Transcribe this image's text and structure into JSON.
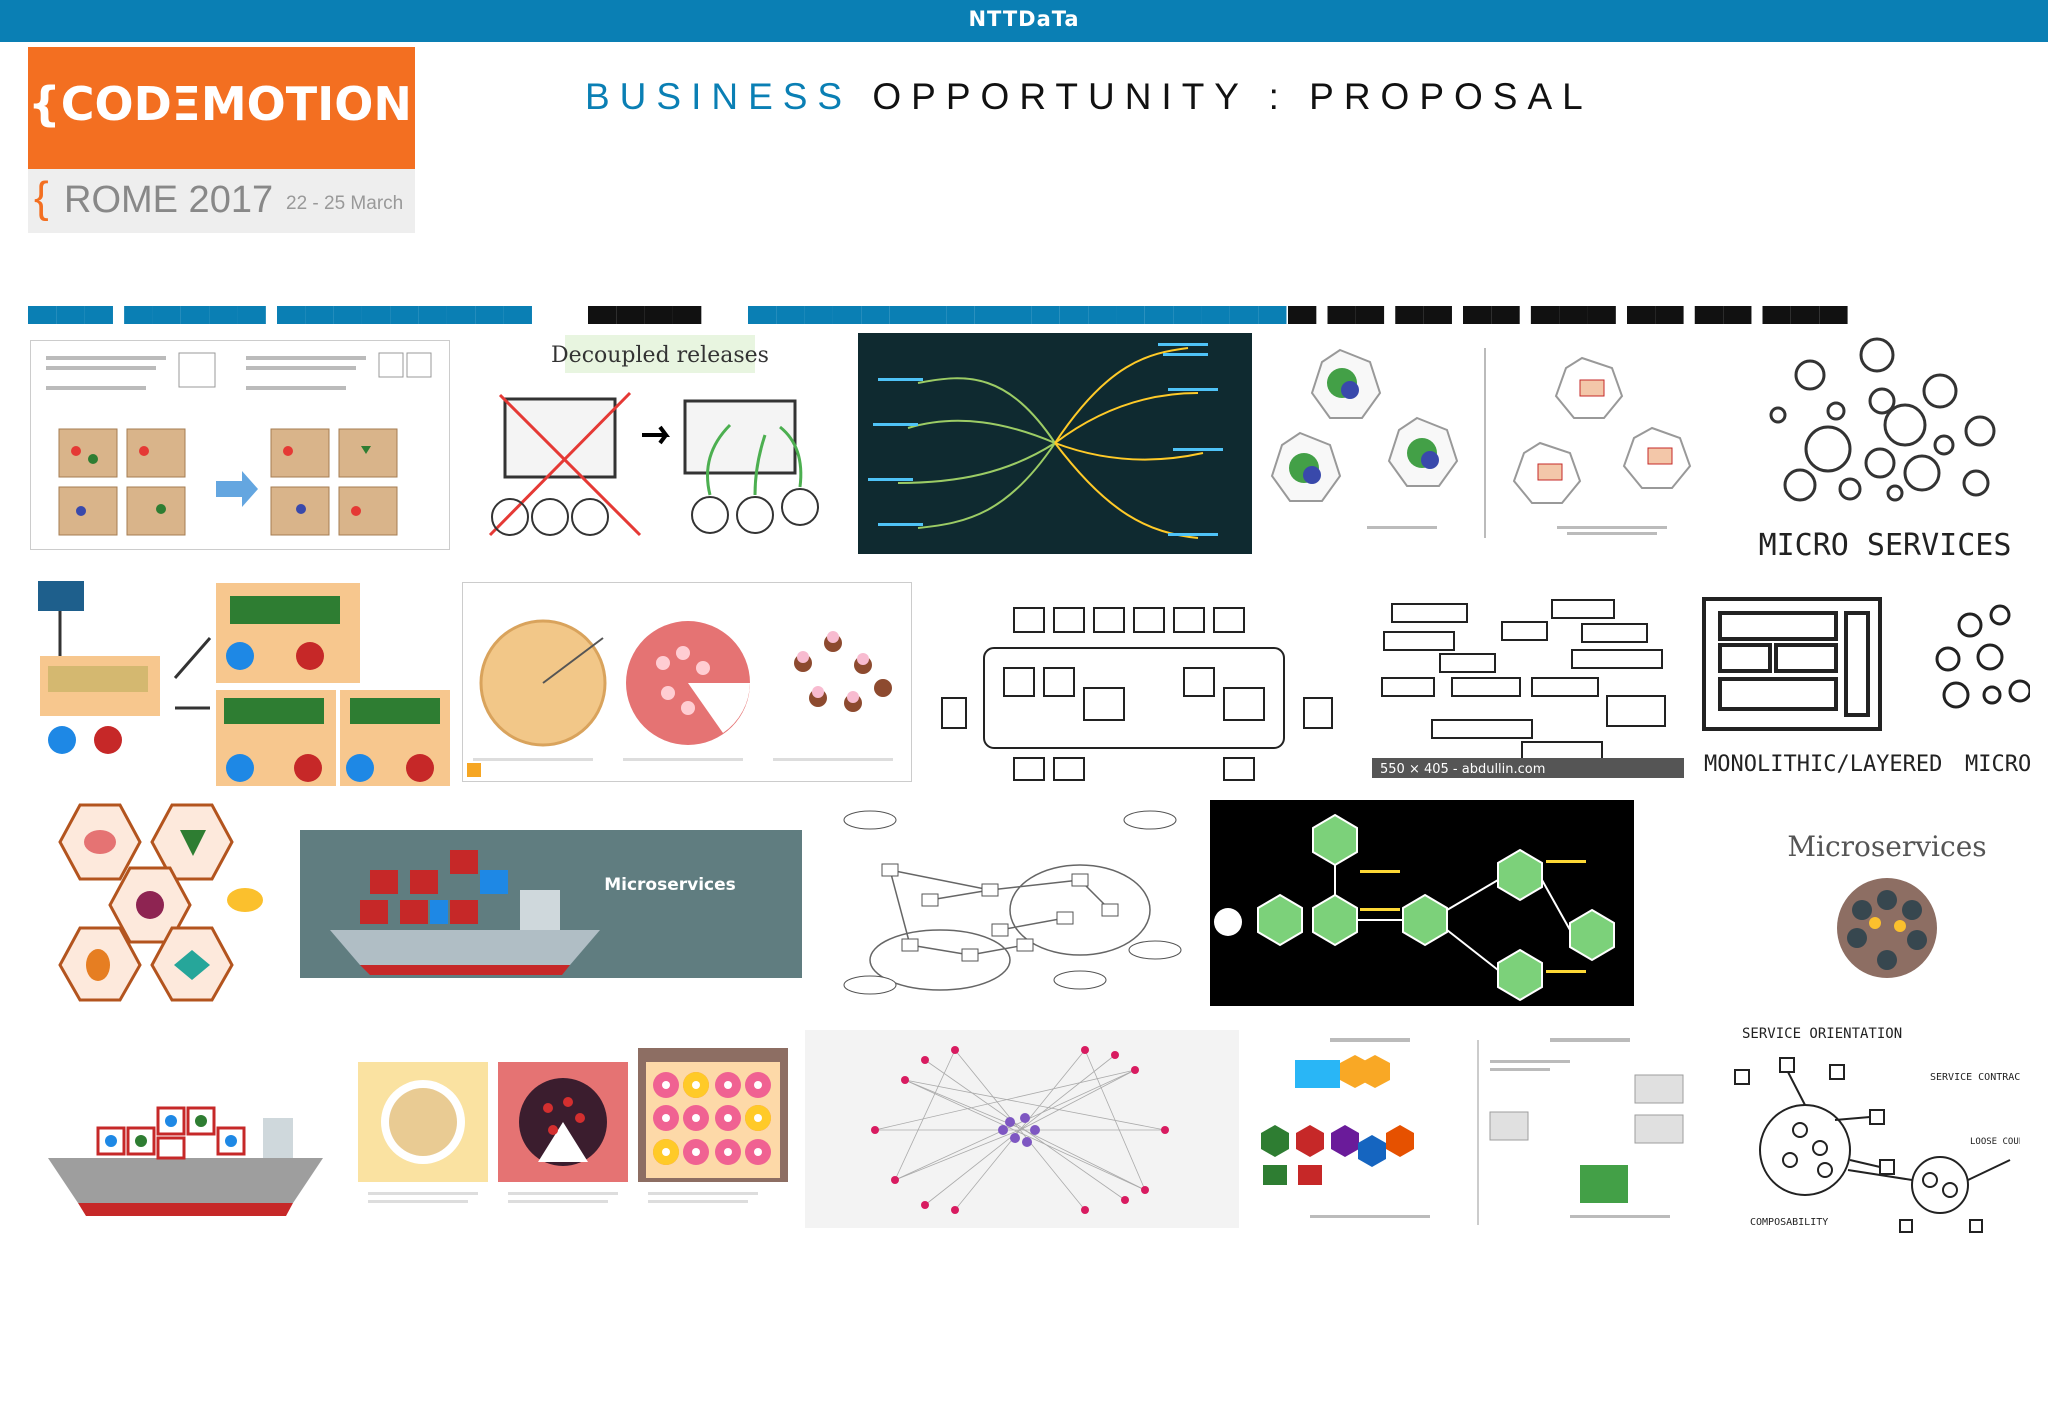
{
  "header": {
    "brand": "NTTDaTa"
  },
  "logo": {
    "name": "{CODΞMOTION}",
    "brace": "{",
    "city": "ROME 2017",
    "dates": "22 - 25 March"
  },
  "slide": {
    "title_part1": "BUSINESS",
    "title_part2": "OPPORTUNITY : PROPOSAL"
  },
  "collage": {
    "decoupled_releases": "Decoupled releases",
    "micro_services": "MICRO SERVICES",
    "watermark": "550 × 405 - abdullin.com",
    "monolithic_layered": "MONOLITHIC/LAYERED",
    "micro_cut": "MICRO",
    "microservices_ship": "Microservices",
    "microservices_hand": "Microservices",
    "service_orientation": "SERVICE ORIENTATION",
    "composability": "COMPOSABILITY",
    "service_contracts": "SERVICE CONTRACTS",
    "loose_coupling": "LOOSE COUPLING"
  },
  "colors": {
    "brand_blue": "#0a7fb4",
    "codemotion_orange": "#f36f21",
    "dark_tile": "#0f2a30"
  }
}
